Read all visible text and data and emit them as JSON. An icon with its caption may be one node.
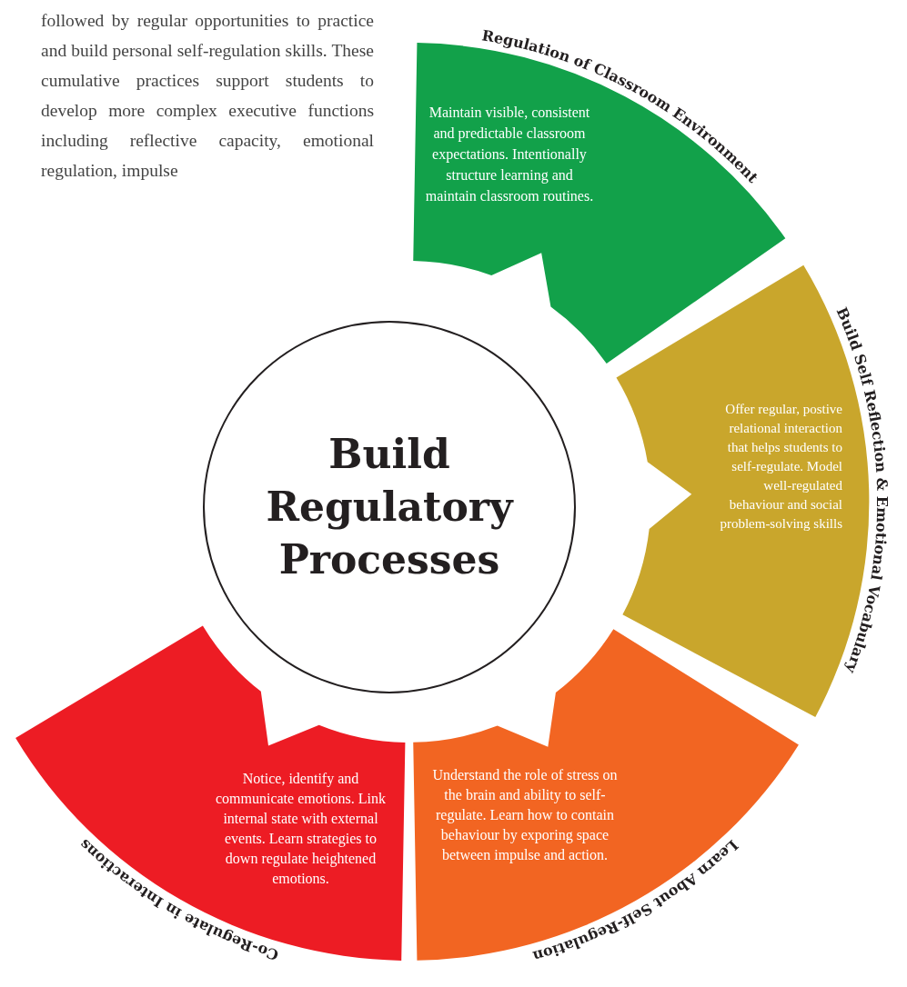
{
  "diagram": {
    "nodes": [
      {
        "text": [
          "Build Regulatory Processes"
        ]
      },
      {
        "text": [
          "Regulation of Classroom Environment",
          "Maintain visible, consistent and predictable classroom expectations. Intentionally structure learning and maintain classroom routines."
        ]
      },
      {
        "text": [
          "Build Self Reflection & Emotional Vocabulary",
          "Offer regular, postive relational interaction that helps students to self-regulate. Model well-regulated behaviour and social problem-solving skills"
        ]
      },
      {
        "text": [
          "Learn About Self-Regulation",
          "Understand the role of stress on the brain and ability to self-regulate. Learn how to contain behaviour by exporing space between impulse and action."
        ]
      },
      {
        "text": [
          "Co-Regulate in Interactions",
          "Notice, identify and communicate emotions. Link internal state with external events. Learn strategies to down regulate heightened emotions."
        ]
      }
    ],
    "labels": [
      "followed by regular opportunities to practice and build personal self-regulation skills. These cumulative practices support students to develop more complex executive functions including reflective capacity, emotional regulation, impulse"
    ]
  }
}
